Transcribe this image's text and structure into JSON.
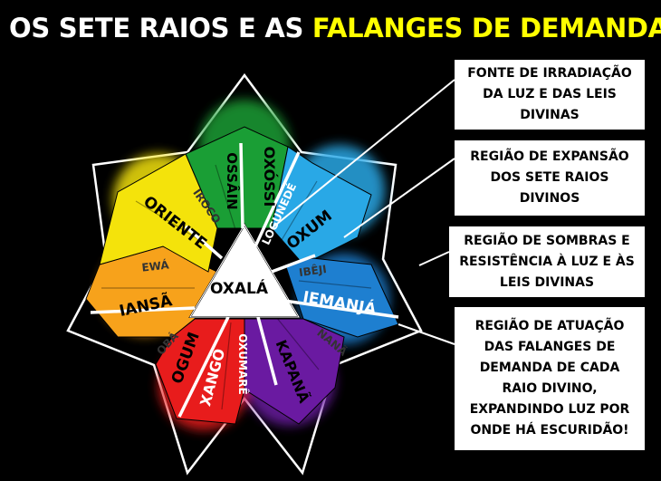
{
  "title": {
    "part1": "OS SETE RAIOS E AS",
    "part2": "FALANGES DE DEMANDA"
  },
  "colors": {
    "background": "#000000",
    "highlight": "#ffff00",
    "green": "#1a9e35",
    "lightblue": "#29a8e6",
    "blue": "#1e7fd0",
    "purple": "#6a1aa1",
    "red": "#e81c1c",
    "orange": "#f7a21b",
    "yellow": "#f4e30b"
  },
  "center": {
    "label": "OXALÁ"
  },
  "rays": {
    "green": {
      "main": "OXÓSSI",
      "sub": "OSSÂIN",
      "side": "IROCO"
    },
    "blue1": {
      "main": "OXUM",
      "side": "LOGUNEDÉ"
    },
    "blue2": {
      "main": "IEMANJÁ",
      "side": "IBÊJI"
    },
    "purple": {
      "main": "KAPANÃ",
      "side": "NANÃ"
    },
    "red": {
      "main": "OGUM",
      "sub": "XANGÔ",
      "side": "OBÁ",
      "rainbow": "OXUMARÊ"
    },
    "orange": {
      "main": "IANSÃ",
      "side": "EWÁ"
    },
    "yellow": {
      "main": "ORIENTE"
    }
  },
  "boxes": [
    {
      "lines": [
        "FONTE DE IRRADIAÇÃO",
        "DA LUZ E DAS LEIS",
        "DIVINAS"
      ]
    },
    {
      "lines": [
        "REGIÃO DE EXPANSÃO",
        "DOS SETE RAIOS",
        "DIVINOS"
      ]
    },
    {
      "lines": [
        "REGIÃO DE SOMBRAS E",
        "RESISTÊNCIA À LUZ E ÀS",
        "LEIS DIVINAS"
      ]
    },
    {
      "lines": [
        "REGIÃO DE ATUAÇÃO",
        "DAS FALANGES DE",
        "DEMANDA DE CADA",
        "RAIO DIVINO,",
        "EXPANDINDO LUZ POR",
        "ONDE HÁ ESCURIDÃO!"
      ]
    }
  ]
}
